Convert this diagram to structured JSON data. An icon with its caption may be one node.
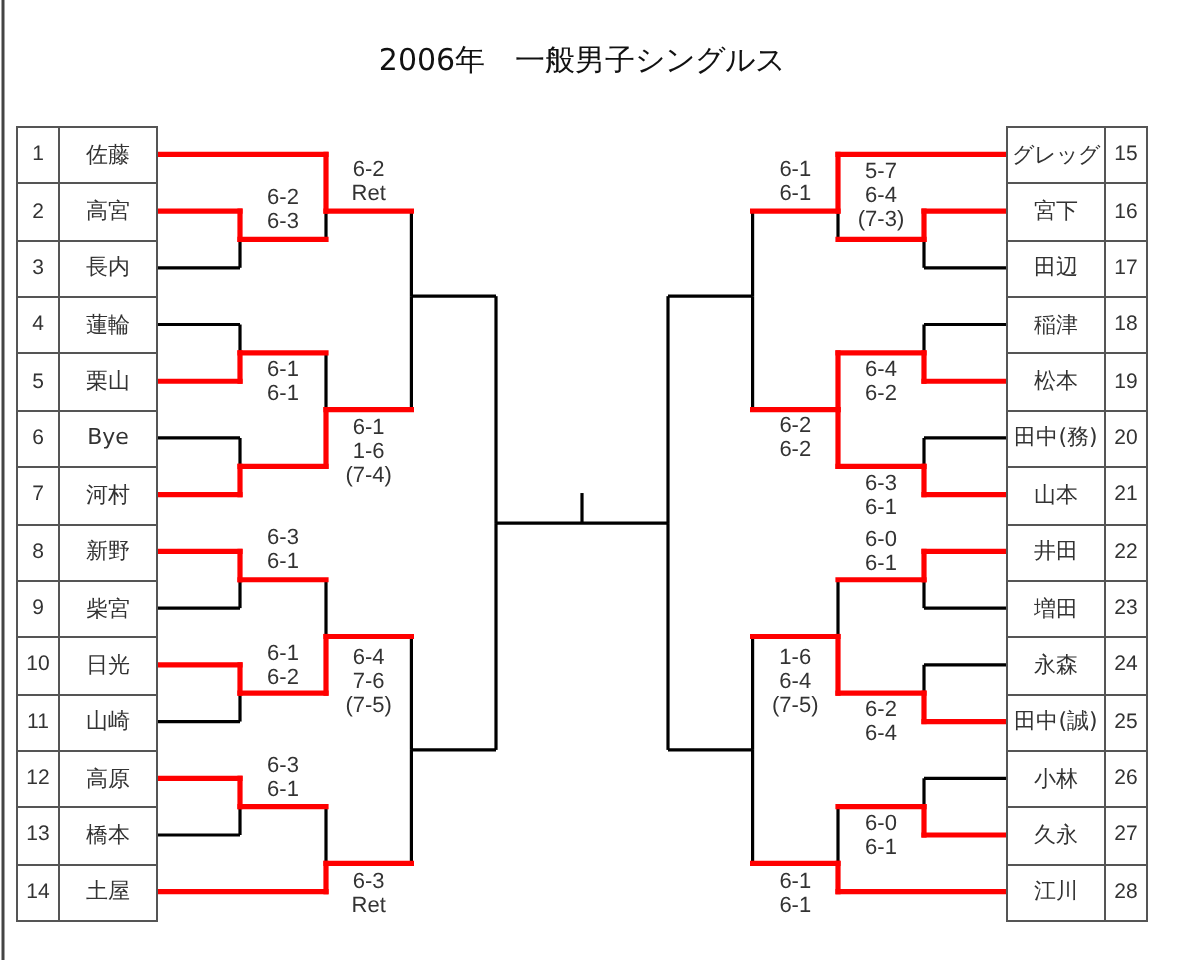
{
  "diagram": {
    "title": "2006年　一般男子シングルス",
    "nodes": [
      {
        "text": [
          "1",
          "佐藤"
        ]
      },
      {
        "text": [
          "2",
          "高宮"
        ]
      },
      {
        "text": [
          "3",
          "長内"
        ]
      },
      {
        "text": [
          "4",
          "蓮輪"
        ]
      },
      {
        "text": [
          "5",
          "栗山"
        ]
      },
      {
        "text": [
          "6",
          "Bye"
        ]
      },
      {
        "text": [
          "7",
          "河村"
        ]
      },
      {
        "text": [
          "8",
          "新野"
        ]
      },
      {
        "text": [
          "9",
          "柴宮"
        ]
      },
      {
        "text": [
          "10",
          "日光"
        ]
      },
      {
        "text": [
          "11",
          "山崎"
        ]
      },
      {
        "text": [
          "12",
          "高原"
        ]
      },
      {
        "text": [
          "13",
          "橋本"
        ]
      },
      {
        "text": [
          "14",
          "土屋"
        ]
      },
      {
        "text": [
          "グレッグ",
          "15"
        ]
      },
      {
        "text": [
          "宮下",
          "16"
        ]
      },
      {
        "text": [
          "田辺",
          "17"
        ]
      },
      {
        "text": [
          "稲津",
          "18"
        ]
      },
      {
        "text": [
          "松本",
          "19"
        ]
      },
      {
        "text": [
          "田中(務)",
          "20"
        ]
      },
      {
        "text": [
          "山本",
          "21"
        ]
      },
      {
        "text": [
          "井田",
          "22"
        ]
      },
      {
        "text": [
          "増田",
          "23"
        ]
      },
      {
        "text": [
          "永森",
          "24"
        ]
      },
      {
        "text": [
          "田中(誠)",
          "25"
        ]
      },
      {
        "text": [
          "小林",
          "26"
        ]
      },
      {
        "text": [
          "久永",
          "27"
        ]
      },
      {
        "text": [
          "江川",
          "28"
        ]
      }
    ],
    "labels": [
      "6-2 Ret",
      "6-2 6-3",
      "6-1 6-1",
      "6-1 1-6 (7-4)",
      "6-3 6-1",
      "6-1 6-2",
      "6-4 7-6 (7-5)",
      "6-3 6-1",
      "6-3 Ret",
      "6-1 6-1",
      "5-7 6-4 (7-3)",
      "6-4 6-2",
      "6-2 6-2",
      "6-3 6-1",
      "6-0 6-1",
      "1-6 6-4 (7-5)",
      "6-2 6-4",
      "6-0 6-1",
      "6-1 6-1"
    ]
  }
}
